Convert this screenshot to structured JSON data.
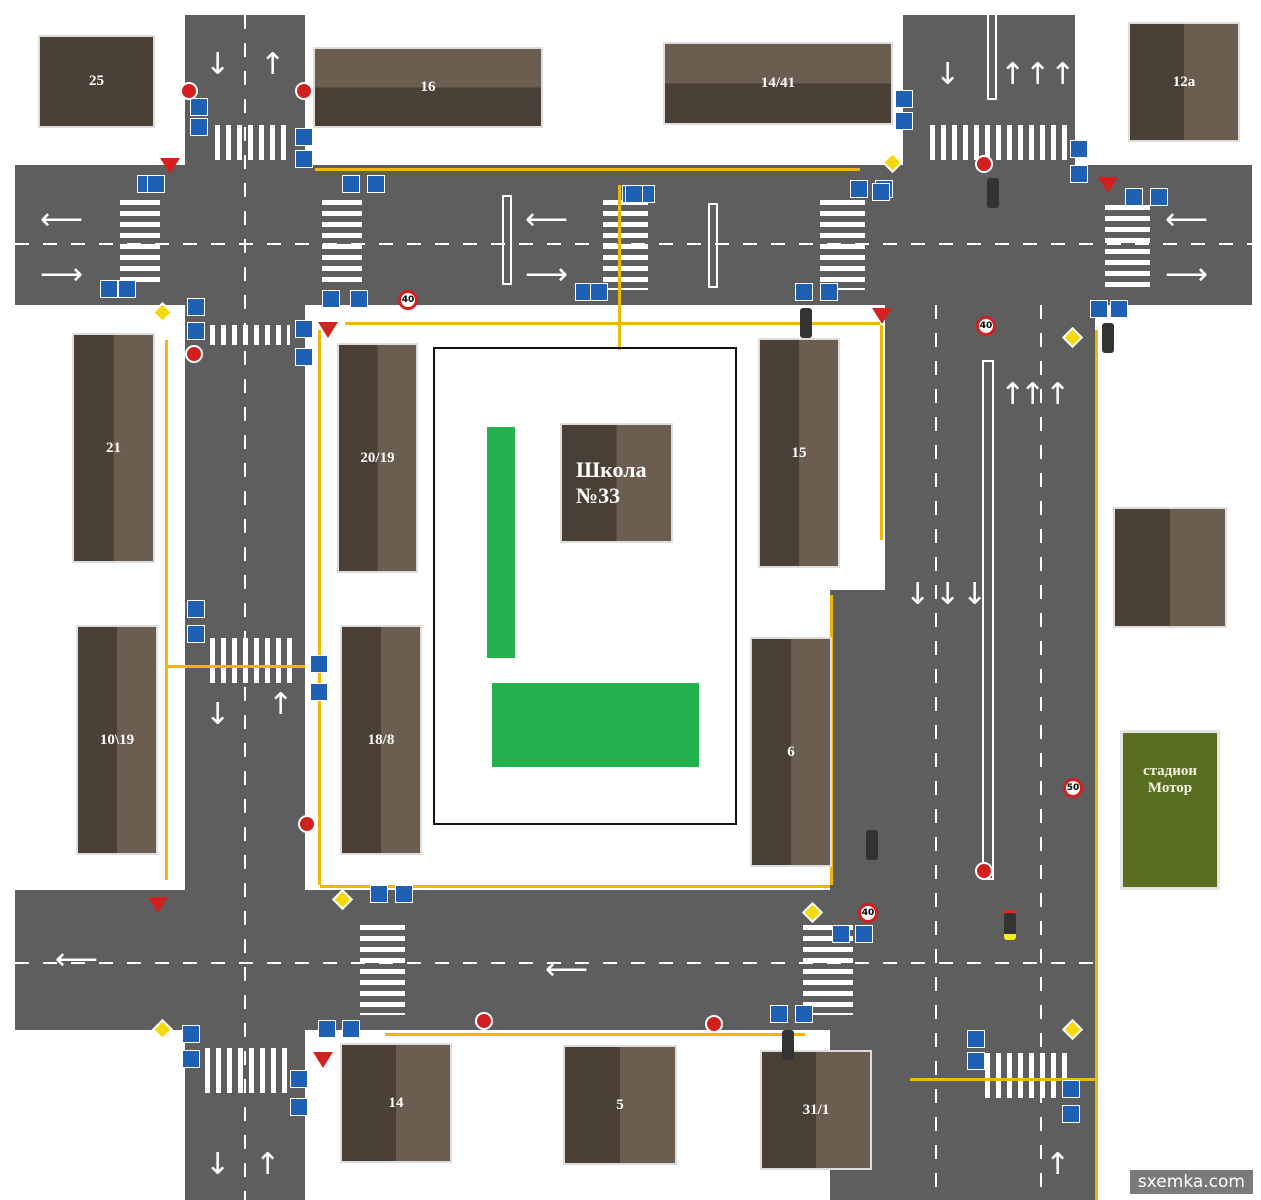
{
  "buildings": {
    "b25": "25",
    "b16": "16",
    "b1441": "14/41",
    "b12a": "12а",
    "b21": "21",
    "b2019": "20/19",
    "b15": "15",
    "b1019": "10\\19",
    "b188": "18/8",
    "b6": "6",
    "b14": "14",
    "b5": "5",
    "b311": "31/1"
  },
  "school": {
    "line1": "Школа",
    "line2": "№33"
  },
  "stadium": {
    "line1": "стадион",
    "line2": "Мотор"
  },
  "speed_signs": {
    "s40": "40",
    "s50": "50"
  },
  "watermark": "sxemka.com",
  "colors": {
    "road": "#5e5e5e",
    "marking": "#f2b705",
    "green": "#22b14c",
    "sign_blue": "#1f5fb4",
    "sign_red": "#d21f1f"
  }
}
